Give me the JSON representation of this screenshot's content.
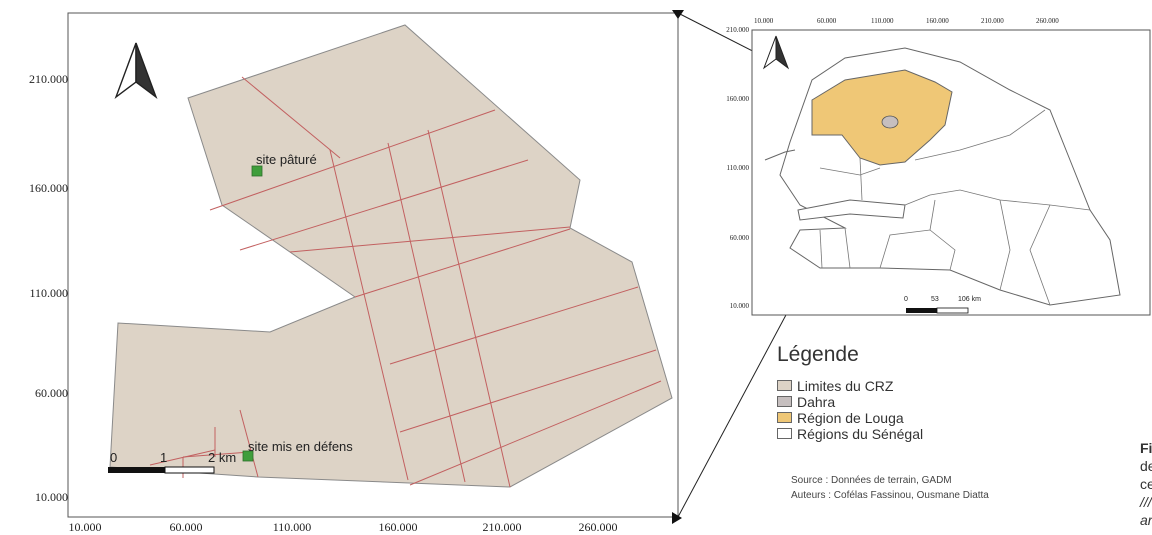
{
  "main_map": {
    "y_ticks": [
      "210.000",
      "160.000",
      "110.000",
      "60.000",
      "10.000"
    ],
    "x_ticks": [
      "10.000",
      "60.000",
      "110.000",
      "160.000",
      "210.000",
      "260.000"
    ],
    "site_grazed": "site pâturé",
    "site_protected": "site mis en défens",
    "scale": {
      "zero": "0",
      "one": "1",
      "two": "2 km"
    },
    "colors": {
      "crz_fill": "#ddd3c6",
      "grid_lines": "#c26060",
      "site_marker": "#3f9e3b"
    }
  },
  "inset_map": {
    "x_ticks": [
      "10.000",
      "60.000",
      "110.000",
      "160.000",
      "210.000",
      "260.000"
    ],
    "y_ticks": [
      "210.000",
      "160.000",
      "110.000",
      "60.000",
      "10.000"
    ],
    "scale": {
      "zero": "0",
      "mid": "53",
      "end": "106 km"
    },
    "colors": {
      "louga_fill": "#efc776",
      "dahra_fill": "#c6bfbf"
    }
  },
  "legend": {
    "title": "Légende",
    "items": [
      {
        "label": "Limites du CRZ",
        "color": "#ddd3c6"
      },
      {
        "label": "Dahra",
        "color": "#c6bfbf"
      },
      {
        "label": "Région de Louga",
        "color": "#efc776"
      },
      {
        "label": "Régions du Sénégal",
        "color": "#ffffff"
      }
    ],
    "source": "Source : Données de terrain, GADM",
    "authors": "Auteurs : Cofélas Fassinou, Ousmane Diatta"
  },
  "caption_fragments": [
    "Figu",
    "de",
    "cell",
    "/// L",
    "area"
  ]
}
